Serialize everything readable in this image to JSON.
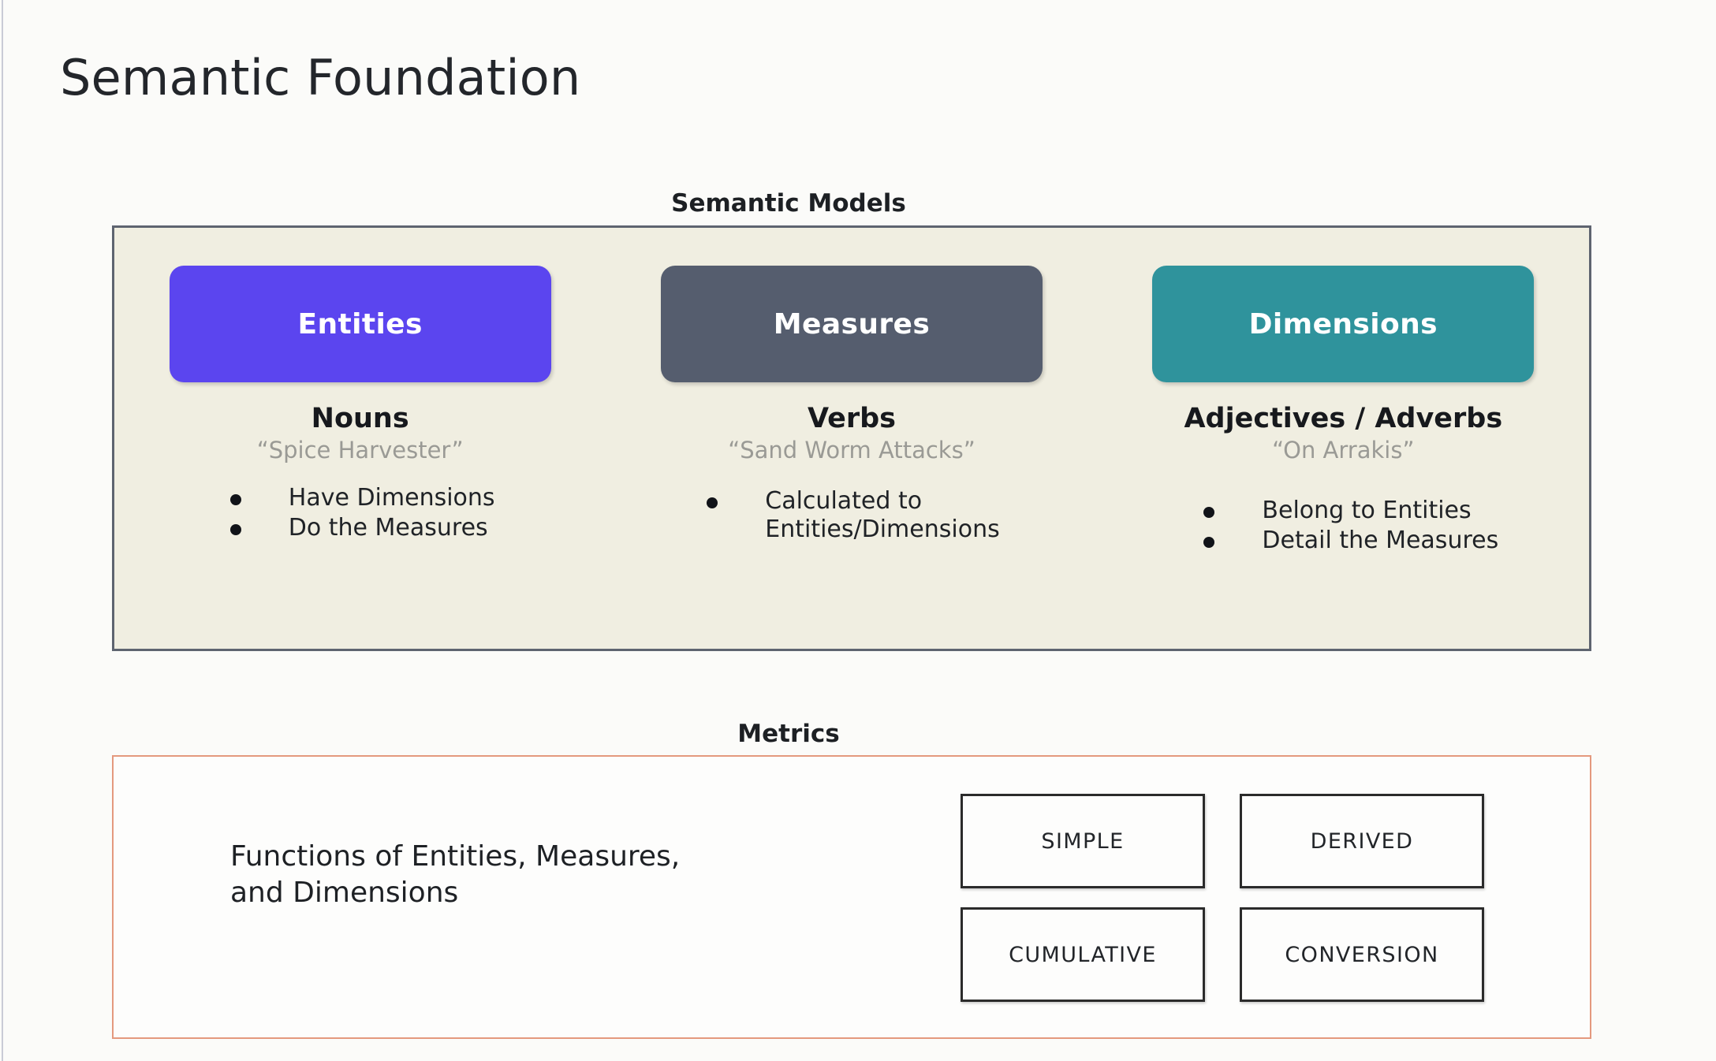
{
  "slide": {
    "title": "Semantic Foundation"
  },
  "semantic_models": {
    "section_label": "Semantic Models",
    "columns": [
      {
        "pill_label": "Entities",
        "pill_color": "#5b45ef",
        "heading": "Nouns",
        "example": "“Spice Harvester”",
        "bullets": [
          "Have Dimensions",
          "Do the Measures"
        ]
      },
      {
        "pill_label": "Measures",
        "pill_color": "#555d6e",
        "heading": "Verbs",
        "example": "“Sand Worm Attacks”",
        "bullets": [
          "Calculated to\nEntities/Dimensions"
        ]
      },
      {
        "pill_label": "Dimensions",
        "pill_color": "#2f939c",
        "heading": "Adjectives / Adverbs",
        "example": "“On Arrakis”",
        "bullets": [
          "Belong to Entities",
          "Detail the Measures"
        ]
      }
    ]
  },
  "metrics": {
    "section_label": "Metrics",
    "description": "Functions of Entities, Measures,\nand Dimensions",
    "border_color": "#e4997e",
    "types": [
      "SIMPLE",
      "DERIVED",
      "CUMULATIVE",
      "CONVERSION"
    ]
  }
}
